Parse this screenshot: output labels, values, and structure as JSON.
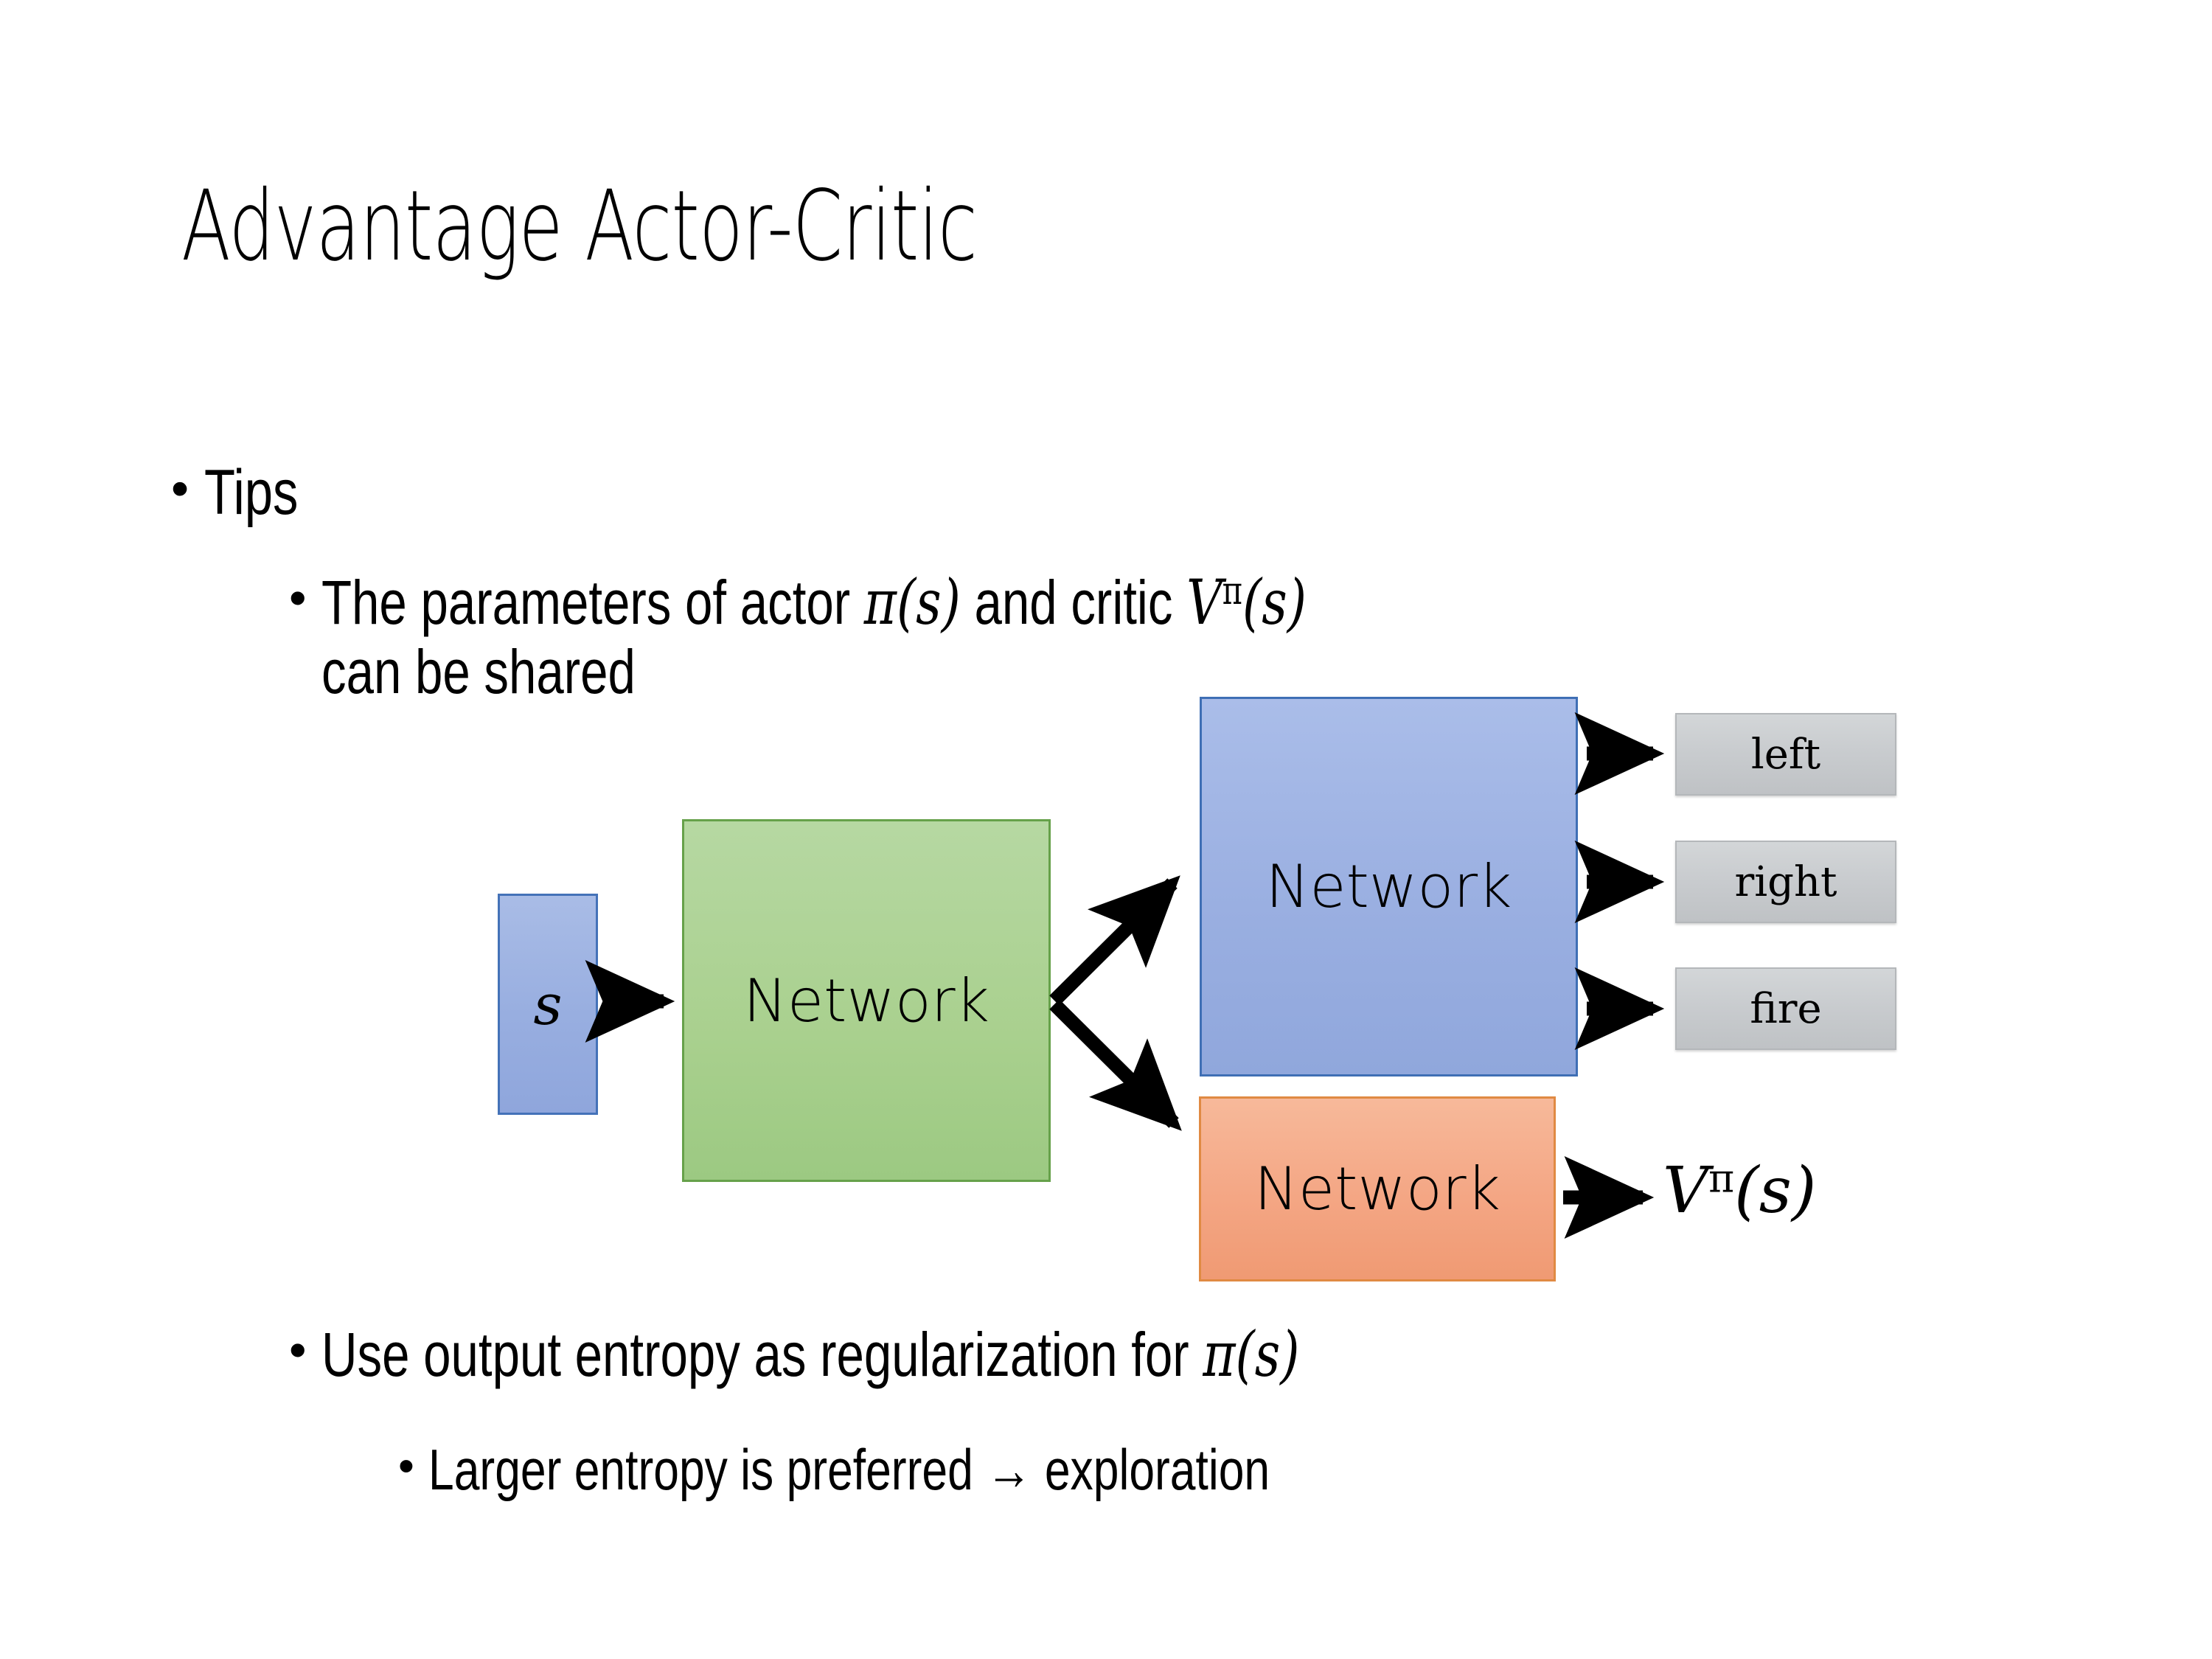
{
  "slide": {
    "title": "Advantage Actor-Critic"
  },
  "bullets": {
    "tips": {
      "marker": "•",
      "text": "Tips"
    },
    "parameters": {
      "marker": "•",
      "line1_pre": "The parameters of actor ",
      "math_pi_s": "π(s)",
      "line1_mid": "  and critic ",
      "math_v": "V",
      "math_v_sup": "π",
      "math_v_arg": "(s)",
      "line2": "can be shared"
    },
    "entropy": {
      "marker": "•",
      "text_pre": "Use output entropy as regularization for ",
      "math_pi_s": "π(s)"
    },
    "larger": {
      "marker": "•",
      "text": "Larger entropy is preferred → exploration"
    }
  },
  "diagram": {
    "input": {
      "label": "s"
    },
    "shared_network": {
      "label": "Network"
    },
    "actor_network": {
      "label": "Network"
    },
    "critic_network": {
      "label": "Network"
    },
    "actions": [
      {
        "label": "left"
      },
      {
        "label": "right"
      },
      {
        "label": "fire"
      }
    ],
    "value_output": {
      "symbol": "V",
      "superscript": "π",
      "argument": "(s)"
    },
    "colors": {
      "input_fill": "#98aee0",
      "input_border": "#4472b8",
      "shared_fill": "#a9d08e",
      "shared_border": "#66a14a",
      "actor_fill": "#9aafe1",
      "actor_border": "#3f6fb5",
      "critic_fill": "#f4a684",
      "critic_border": "#e08a43",
      "action_fill": "#c9cccf",
      "action_border": "#b4b7ba",
      "arrow_color": "#000000",
      "text_color": "#000000",
      "background": "#ffffff"
    }
  }
}
